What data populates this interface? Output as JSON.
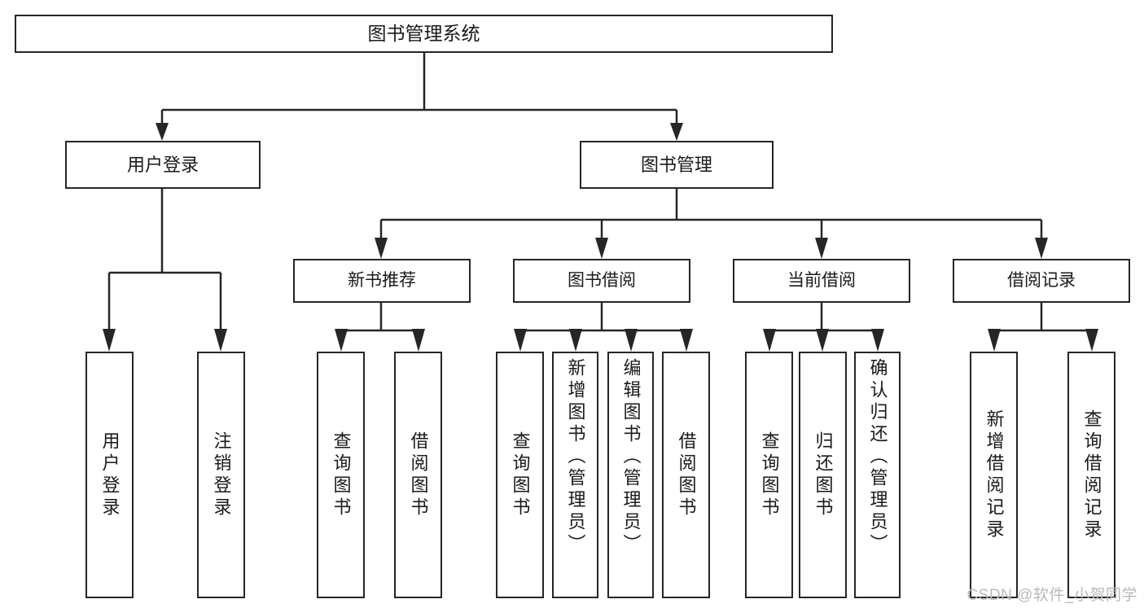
{
  "diagram": {
    "title": "图书管理系统",
    "type": "tree-hierarchy",
    "colors": {
      "stroke": "#262626",
      "fill": "#ffffff",
      "text": "#1a1a1a",
      "watermark": "#b9b9b9"
    },
    "root": {
      "label": "图书管理系统"
    },
    "level1": [
      {
        "id": "user-login",
        "label": "用户登录"
      },
      {
        "id": "book-manage",
        "label": "图书管理"
      }
    ],
    "level2": [
      {
        "id": "new-book-rec",
        "label": "新书推荐",
        "parent": "book-manage"
      },
      {
        "id": "book-borrow",
        "label": "图书借阅",
        "parent": "book-manage"
      },
      {
        "id": "current-borrow",
        "label": "当前借阅",
        "parent": "book-manage"
      },
      {
        "id": "borrow-record",
        "label": "借阅记录",
        "parent": "book-manage"
      }
    ],
    "leaves": [
      {
        "id": "leaf-user-login",
        "label": "用户登录",
        "parent": "user-login"
      },
      {
        "id": "leaf-logout",
        "label": "注销登录",
        "parent": "user-login"
      },
      {
        "id": "leaf-query-book-1",
        "label": "查询图书",
        "parent": "new-book-rec"
      },
      {
        "id": "leaf-borrow-book-1",
        "label": "借阅图书",
        "parent": "new-book-rec"
      },
      {
        "id": "leaf-query-book-2",
        "label": "查询图书",
        "parent": "book-borrow"
      },
      {
        "id": "leaf-add-book",
        "label": "新增图书（管理员）",
        "parent": "book-borrow"
      },
      {
        "id": "leaf-edit-book",
        "label": "编辑图书（管理员）",
        "parent": "book-borrow"
      },
      {
        "id": "leaf-borrow-book-2",
        "label": "借阅图书",
        "parent": "book-borrow"
      },
      {
        "id": "leaf-query-book-3",
        "label": "查询图书",
        "parent": "current-borrow"
      },
      {
        "id": "leaf-return-book",
        "label": "归还图书",
        "parent": "current-borrow"
      },
      {
        "id": "leaf-confirm-return",
        "label": "确认归还（管理员）",
        "parent": "current-borrow"
      },
      {
        "id": "leaf-add-record",
        "label": "新增借阅记录",
        "parent": "borrow-record"
      },
      {
        "id": "leaf-query-record",
        "label": "查询借阅记录",
        "parent": "borrow-record"
      }
    ],
    "watermark": "CSDN @软件_小贺同学"
  }
}
